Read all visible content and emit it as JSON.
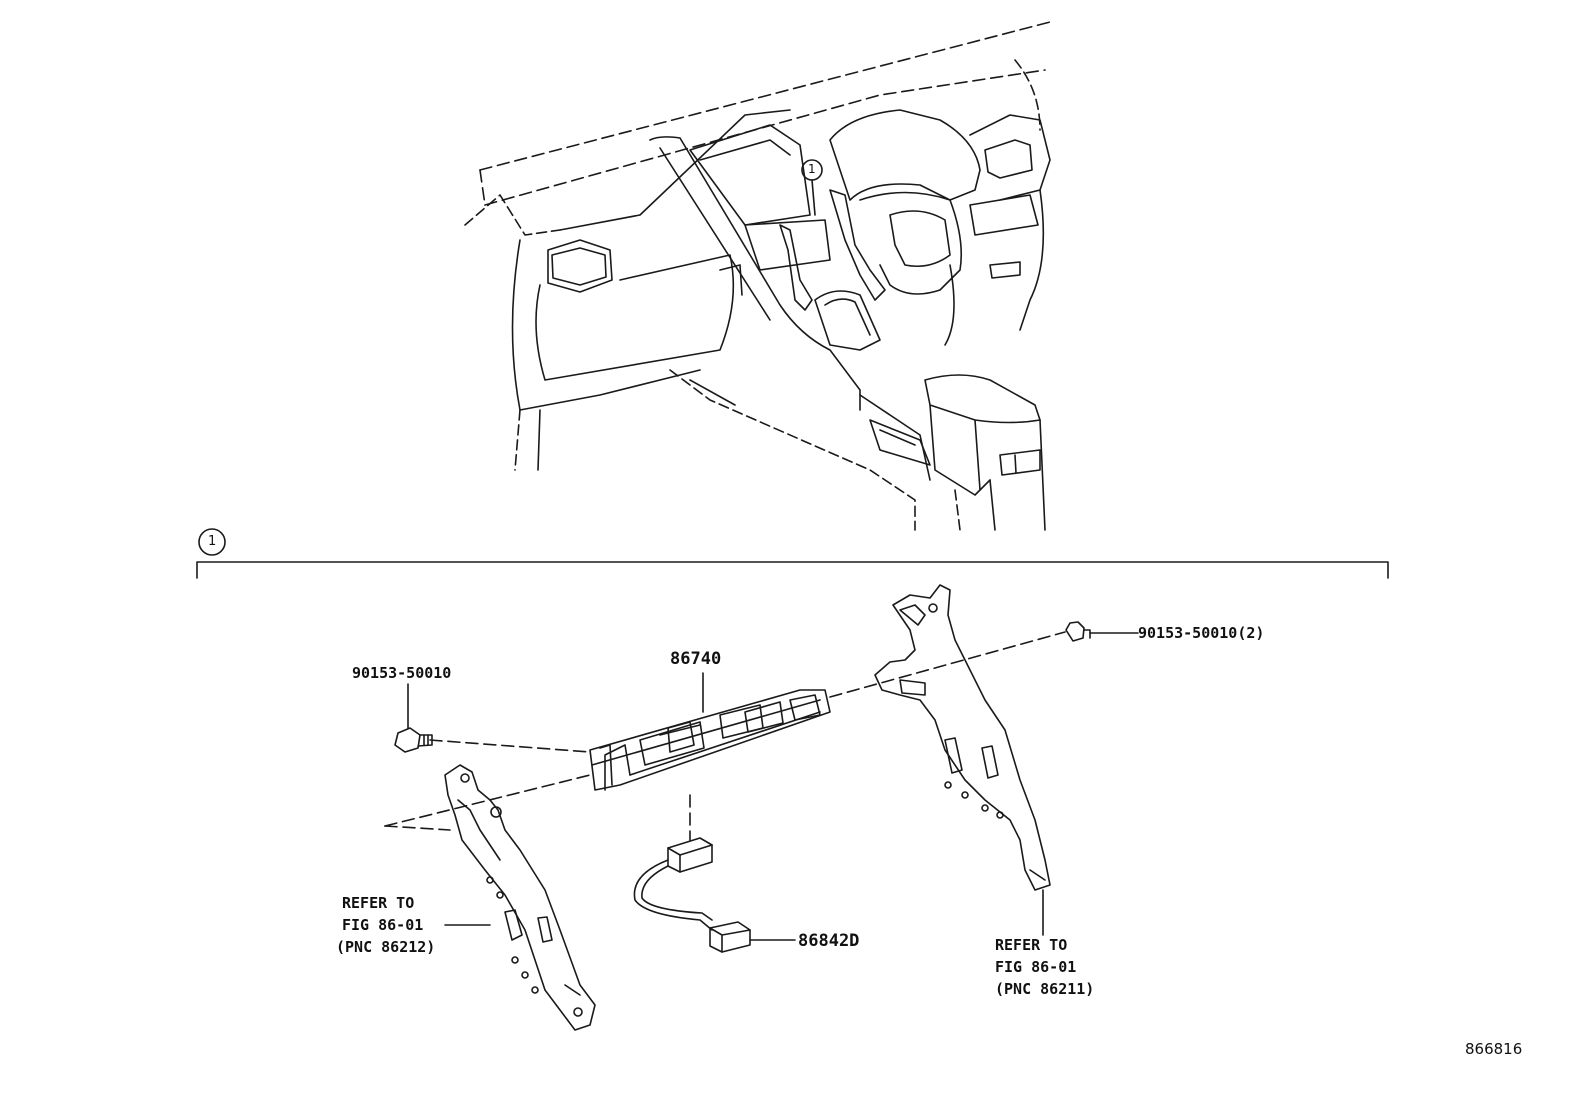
{
  "callout": {
    "marker": "1"
  },
  "parts": {
    "module": "86740",
    "bolt_left": "90153-50010",
    "bolt_right": "90153-50010(2)",
    "harness": "86842D"
  },
  "refs": {
    "left": {
      "line1": "REFER TO",
      "line2": "FIG 86-01",
      "line3": "(PNC 86212)"
    },
    "right": {
      "line1": "REFER TO",
      "line2": "FIG 86-01",
      "line3": "(PNC 86211)"
    }
  },
  "diagram_id": "866816"
}
